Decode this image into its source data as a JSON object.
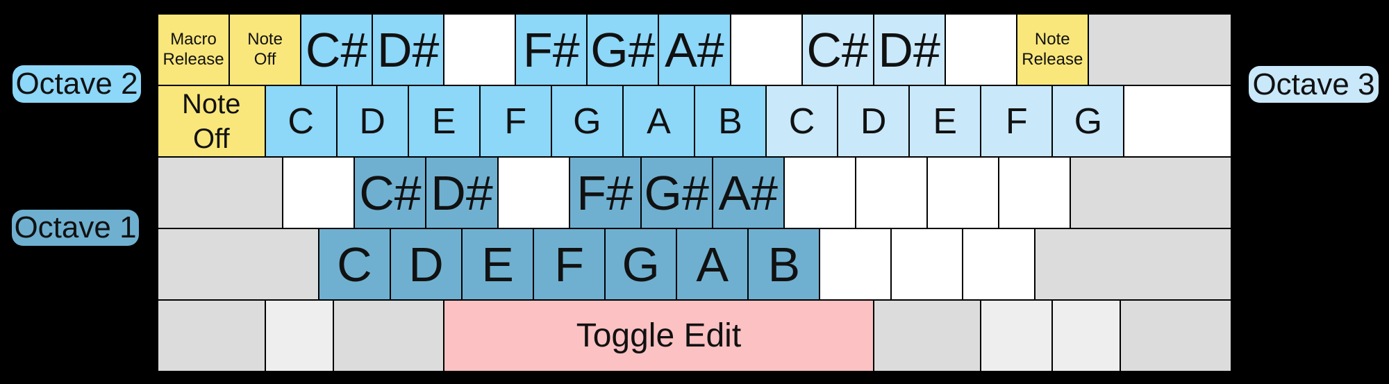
{
  "labels": {
    "octave1": "Octave 1",
    "octave2": "Octave 2",
    "octave3": "Octave 3"
  },
  "colors": {
    "background": "#000000",
    "key_border": "#000000",
    "text": "#111111",
    "yellow": "#F9E77B",
    "octave2_blue": "#8DD7F8",
    "octave3_blue": "#C9E9FB",
    "octave1_blue": "#6FB0D0",
    "pink": "#FBC1C3",
    "gray": "#DCDCDC",
    "light_gray": "#EEEEEE",
    "white": "#FFFFFF"
  },
  "keyboard": {
    "rows": [
      {
        "keys": [
          {
            "name": "grave-macro-release",
            "label": "Macro\nRelease",
            "color": "yellow",
            "size": "sm",
            "u": 1
          },
          {
            "name": "1-note-off",
            "label": "Note\nOff",
            "color": "yellow",
            "size": "sm",
            "u": 1
          },
          {
            "name": "2-c-sharp",
            "label": "C#",
            "color": "sky",
            "size": "note",
            "u": 1
          },
          {
            "name": "3-d-sharp",
            "label": "D#",
            "color": "sky",
            "size": "note",
            "u": 1
          },
          {
            "name": "4-blank",
            "label": "",
            "color": "white",
            "u": 1
          },
          {
            "name": "5-f-sharp",
            "label": "F#",
            "color": "sky",
            "size": "note",
            "u": 1
          },
          {
            "name": "6-g-sharp",
            "label": "G#",
            "color": "sky",
            "size": "note",
            "u": 1
          },
          {
            "name": "7-a-sharp",
            "label": "A#",
            "color": "sky",
            "size": "note",
            "u": 1
          },
          {
            "name": "8-blank",
            "label": "",
            "color": "white",
            "u": 1
          },
          {
            "name": "9-c-sharp",
            "label": "C#",
            "color": "light",
            "size": "note",
            "u": 1
          },
          {
            "name": "0-d-sharp",
            "label": "D#",
            "color": "light",
            "size": "note",
            "u": 1
          },
          {
            "name": "minus-blank",
            "label": "",
            "color": "white",
            "u": 1
          },
          {
            "name": "equals-note-release",
            "label": "Note\nRelease",
            "color": "yellow",
            "size": "sm",
            "u": 1
          },
          {
            "name": "backspace-blank",
            "label": "",
            "color": "gray",
            "u": 2
          }
        ]
      },
      {
        "keys": [
          {
            "name": "tab-note-off",
            "label": "Note\nOff",
            "color": "yellow",
            "size": "md",
            "u": 1.5
          },
          {
            "name": "q-c",
            "label": "C",
            "color": "sky",
            "size": "note2",
            "u": 1
          },
          {
            "name": "w-d",
            "label": "D",
            "color": "sky",
            "size": "note2",
            "u": 1
          },
          {
            "name": "e-e",
            "label": "E",
            "color": "sky",
            "size": "note2",
            "u": 1
          },
          {
            "name": "r-f",
            "label": "F",
            "color": "sky",
            "size": "note2",
            "u": 1
          },
          {
            "name": "t-g",
            "label": "G",
            "color": "sky",
            "size": "note2",
            "u": 1
          },
          {
            "name": "y-a",
            "label": "A",
            "color": "sky",
            "size": "note2",
            "u": 1
          },
          {
            "name": "u-b",
            "label": "B",
            "color": "sky",
            "size": "note2",
            "u": 1
          },
          {
            "name": "i-c",
            "label": "C",
            "color": "light",
            "size": "note2",
            "u": 1
          },
          {
            "name": "o-d",
            "label": "D",
            "color": "light",
            "size": "note2",
            "u": 1
          },
          {
            "name": "p-e",
            "label": "E",
            "color": "light",
            "size": "note2",
            "u": 1
          },
          {
            "name": "lbracket-f",
            "label": "F",
            "color": "light",
            "size": "note2",
            "u": 1
          },
          {
            "name": "rbracket-g",
            "label": "G",
            "color": "light",
            "size": "note2",
            "u": 1
          },
          {
            "name": "backslash-blank",
            "label": "",
            "color": "white",
            "u": 1.5
          }
        ]
      },
      {
        "keys": [
          {
            "name": "capslock-blank",
            "label": "",
            "color": "gray",
            "u": 1.75
          },
          {
            "name": "a-blank",
            "label": "",
            "color": "white",
            "u": 1
          },
          {
            "name": "s-c-sharp",
            "label": "C#",
            "color": "steel",
            "size": "note",
            "u": 1
          },
          {
            "name": "d-d-sharp",
            "label": "D#",
            "color": "steel",
            "size": "note",
            "u": 1
          },
          {
            "name": "f-blank",
            "label": "",
            "color": "white",
            "u": 1
          },
          {
            "name": "g-f-sharp",
            "label": "F#",
            "color": "steel",
            "size": "note",
            "u": 1
          },
          {
            "name": "h-g-sharp",
            "label": "G#",
            "color": "steel",
            "size": "note",
            "u": 1
          },
          {
            "name": "j-a-sharp",
            "label": "A#",
            "color": "steel",
            "size": "note",
            "u": 1
          },
          {
            "name": "k-blank",
            "label": "",
            "color": "white",
            "u": 1
          },
          {
            "name": "l-blank",
            "label": "",
            "color": "white",
            "u": 1
          },
          {
            "name": "semicolon-blank",
            "label": "",
            "color": "white",
            "u": 1
          },
          {
            "name": "quote-blank",
            "label": "",
            "color": "white",
            "u": 1
          },
          {
            "name": "enter-blank",
            "label": "",
            "color": "gray",
            "u": 2.25
          }
        ]
      },
      {
        "keys": [
          {
            "name": "lshift-blank",
            "label": "",
            "color": "gray",
            "u": 2.25
          },
          {
            "name": "z-c",
            "label": "C",
            "color": "steel",
            "size": "note",
            "u": 1
          },
          {
            "name": "x-d",
            "label": "D",
            "color": "steel",
            "size": "note",
            "u": 1
          },
          {
            "name": "c-e",
            "label": "E",
            "color": "steel",
            "size": "note",
            "u": 1
          },
          {
            "name": "v-f",
            "label": "F",
            "color": "steel",
            "size": "note",
            "u": 1
          },
          {
            "name": "b-g",
            "label": "G",
            "color": "steel",
            "size": "note",
            "u": 1
          },
          {
            "name": "n-a",
            "label": "A",
            "color": "steel",
            "size": "note",
            "u": 1
          },
          {
            "name": "m-b",
            "label": "B",
            "color": "steel",
            "size": "note",
            "u": 1
          },
          {
            "name": "comma-blank",
            "label": "",
            "color": "white",
            "u": 1
          },
          {
            "name": "period-blank",
            "label": "",
            "color": "white",
            "u": 1
          },
          {
            "name": "slash-blank",
            "label": "",
            "color": "white",
            "u": 1
          },
          {
            "name": "rshift-blank",
            "label": "",
            "color": "gray",
            "u": 2.75
          }
        ]
      },
      {
        "keys": [
          {
            "name": "lctrl-blank",
            "label": "",
            "color": "gray",
            "u": 1.5
          },
          {
            "name": "lwin-blank",
            "label": "",
            "color": "lightgray",
            "u": 0.95
          },
          {
            "name": "lalt-blank",
            "label": "",
            "color": "gray",
            "u": 1.55
          },
          {
            "name": "space-toggle-edit",
            "label": "Toggle Edit",
            "color": "pink",
            "size": "space",
            "u": 6
          },
          {
            "name": "ralt-blank",
            "label": "",
            "color": "gray",
            "u": 1.5
          },
          {
            "name": "rwin-blank",
            "label": "",
            "color": "lightgray",
            "u": 1
          },
          {
            "name": "menu-blank",
            "label": "",
            "color": "lightgray",
            "u": 0.95
          },
          {
            "name": "rctrl-blank",
            "label": "",
            "color": "gray",
            "u": 1.55
          }
        ]
      }
    ]
  }
}
